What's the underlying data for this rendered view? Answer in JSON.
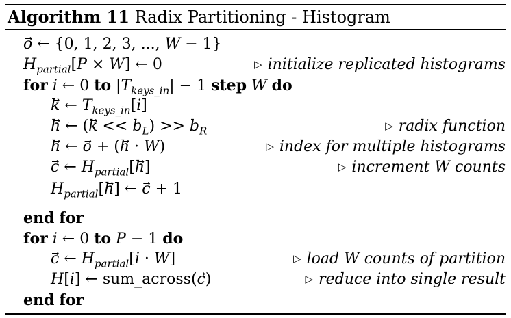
{
  "algorithm": {
    "label": "Algorithm 11",
    "title": "Radix Partitioning - Histogram"
  },
  "lines": [
    {
      "statement": "o⃗ ← {0, 1, 2, 3, ..., W − 1}",
      "comment": ""
    },
    {
      "statement": "Hpartial[P × W] ← 0",
      "comment": "initialize replicated histograms"
    },
    {
      "statement": "for i ← 0 to |Tkeys_in| − 1 step W do",
      "comment": ""
    },
    {
      "statement": "k⃗ ← Tkeys_in[i]",
      "comment": ""
    },
    {
      "statement": "h⃗ ← (k⃗ << bL) >> bR",
      "comment": "radix function"
    },
    {
      "statement": "h⃗ ← o⃗ + (h⃗ · W)",
      "comment": "index for multiple histograms"
    },
    {
      "statement": "c⃗ ← Hpartial[h⃗]",
      "comment": "increment W counts"
    },
    {
      "statement": "Hpartial[h⃗] ← c⃗ + 1",
      "comment": ""
    },
    {
      "statement": "end for",
      "comment": ""
    },
    {
      "statement": "for i ← 0 to P − 1 do",
      "comment": ""
    },
    {
      "statement": "c⃗ ← Hpartial[i · W]",
      "comment": "load W counts of partition"
    },
    {
      "statement": "H[i] ← sum_across(c⃗)",
      "comment": "reduce into single result"
    },
    {
      "statement": "end for",
      "comment": ""
    }
  ]
}
